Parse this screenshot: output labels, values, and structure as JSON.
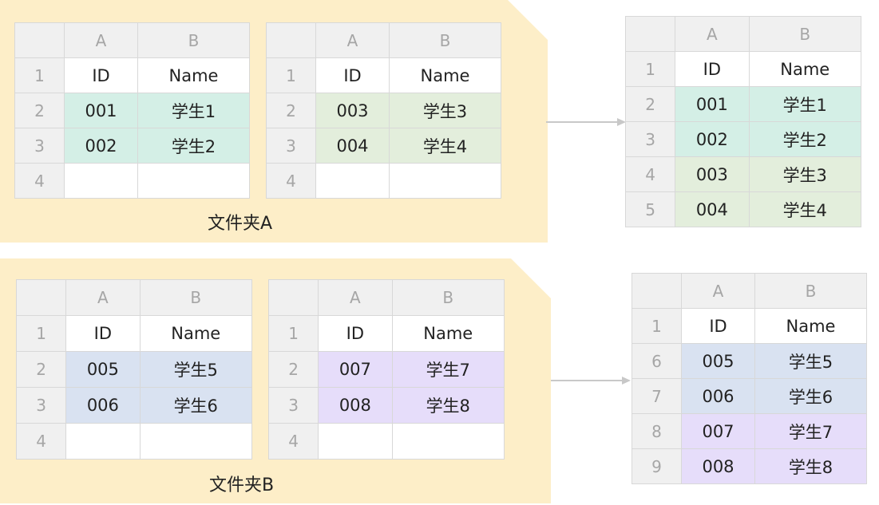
{
  "colors": {
    "folder_bg": "#fdeec8",
    "header_bg": "#f0f0f0",
    "teal": "#d4efe6",
    "sage": "#e3eedc",
    "blue": "#d9e2f1",
    "violet": "#e6ddfa",
    "arrow": "#c8c8c8"
  },
  "folders": [
    {
      "label": "文件夹A",
      "sheets": [
        {
          "columns": [
            "A",
            "B"
          ],
          "rows": [
            {
              "n": "1",
              "a": "ID",
              "b": "Name"
            },
            {
              "n": "2",
              "a": "001",
              "b": "学生1"
            },
            {
              "n": "3",
              "a": "002",
              "b": "学生2"
            },
            {
              "n": "4",
              "a": "",
              "b": ""
            }
          ]
        },
        {
          "columns": [
            "A",
            "B"
          ],
          "rows": [
            {
              "n": "1",
              "a": "ID",
              "b": "Name"
            },
            {
              "n": "2",
              "a": "003",
              "b": "学生3"
            },
            {
              "n": "3",
              "a": "004",
              "b": "学生4"
            },
            {
              "n": "4",
              "a": "",
              "b": ""
            }
          ]
        }
      ],
      "result": {
        "columns": [
          "A",
          "B"
        ],
        "rows": [
          {
            "n": "1",
            "a": "ID",
            "b": "Name"
          },
          {
            "n": "2",
            "a": "001",
            "b": "学生1"
          },
          {
            "n": "3",
            "a": "002",
            "b": "学生2"
          },
          {
            "n": "4",
            "a": "003",
            "b": "学生3"
          },
          {
            "n": "5",
            "a": "004",
            "b": "学生4"
          }
        ]
      }
    },
    {
      "label": "文件夹B",
      "sheets": [
        {
          "columns": [
            "A",
            "B"
          ],
          "rows": [
            {
              "n": "1",
              "a": "ID",
              "b": "Name"
            },
            {
              "n": "2",
              "a": "005",
              "b": "学生5"
            },
            {
              "n": "3",
              "a": "006",
              "b": "学生6"
            },
            {
              "n": "4",
              "a": "",
              "b": ""
            }
          ]
        },
        {
          "columns": [
            "A",
            "B"
          ],
          "rows": [
            {
              "n": "1",
              "a": "ID",
              "b": "Name"
            },
            {
              "n": "2",
              "a": "007",
              "b": "学生7"
            },
            {
              "n": "3",
              "a": "008",
              "b": "学生8"
            },
            {
              "n": "4",
              "a": "",
              "b": ""
            }
          ]
        }
      ],
      "result": {
        "columns": [
          "A",
          "B"
        ],
        "rows": [
          {
            "n": "1",
            "a": "ID",
            "b": "Name"
          },
          {
            "n": "6",
            "a": "005",
            "b": "学生5"
          },
          {
            "n": "7",
            "a": "006",
            "b": "学生6"
          },
          {
            "n": "8",
            "a": "007",
            "b": "学生7"
          },
          {
            "n": "9",
            "a": "008",
            "b": "学生8"
          }
        ]
      }
    }
  ]
}
